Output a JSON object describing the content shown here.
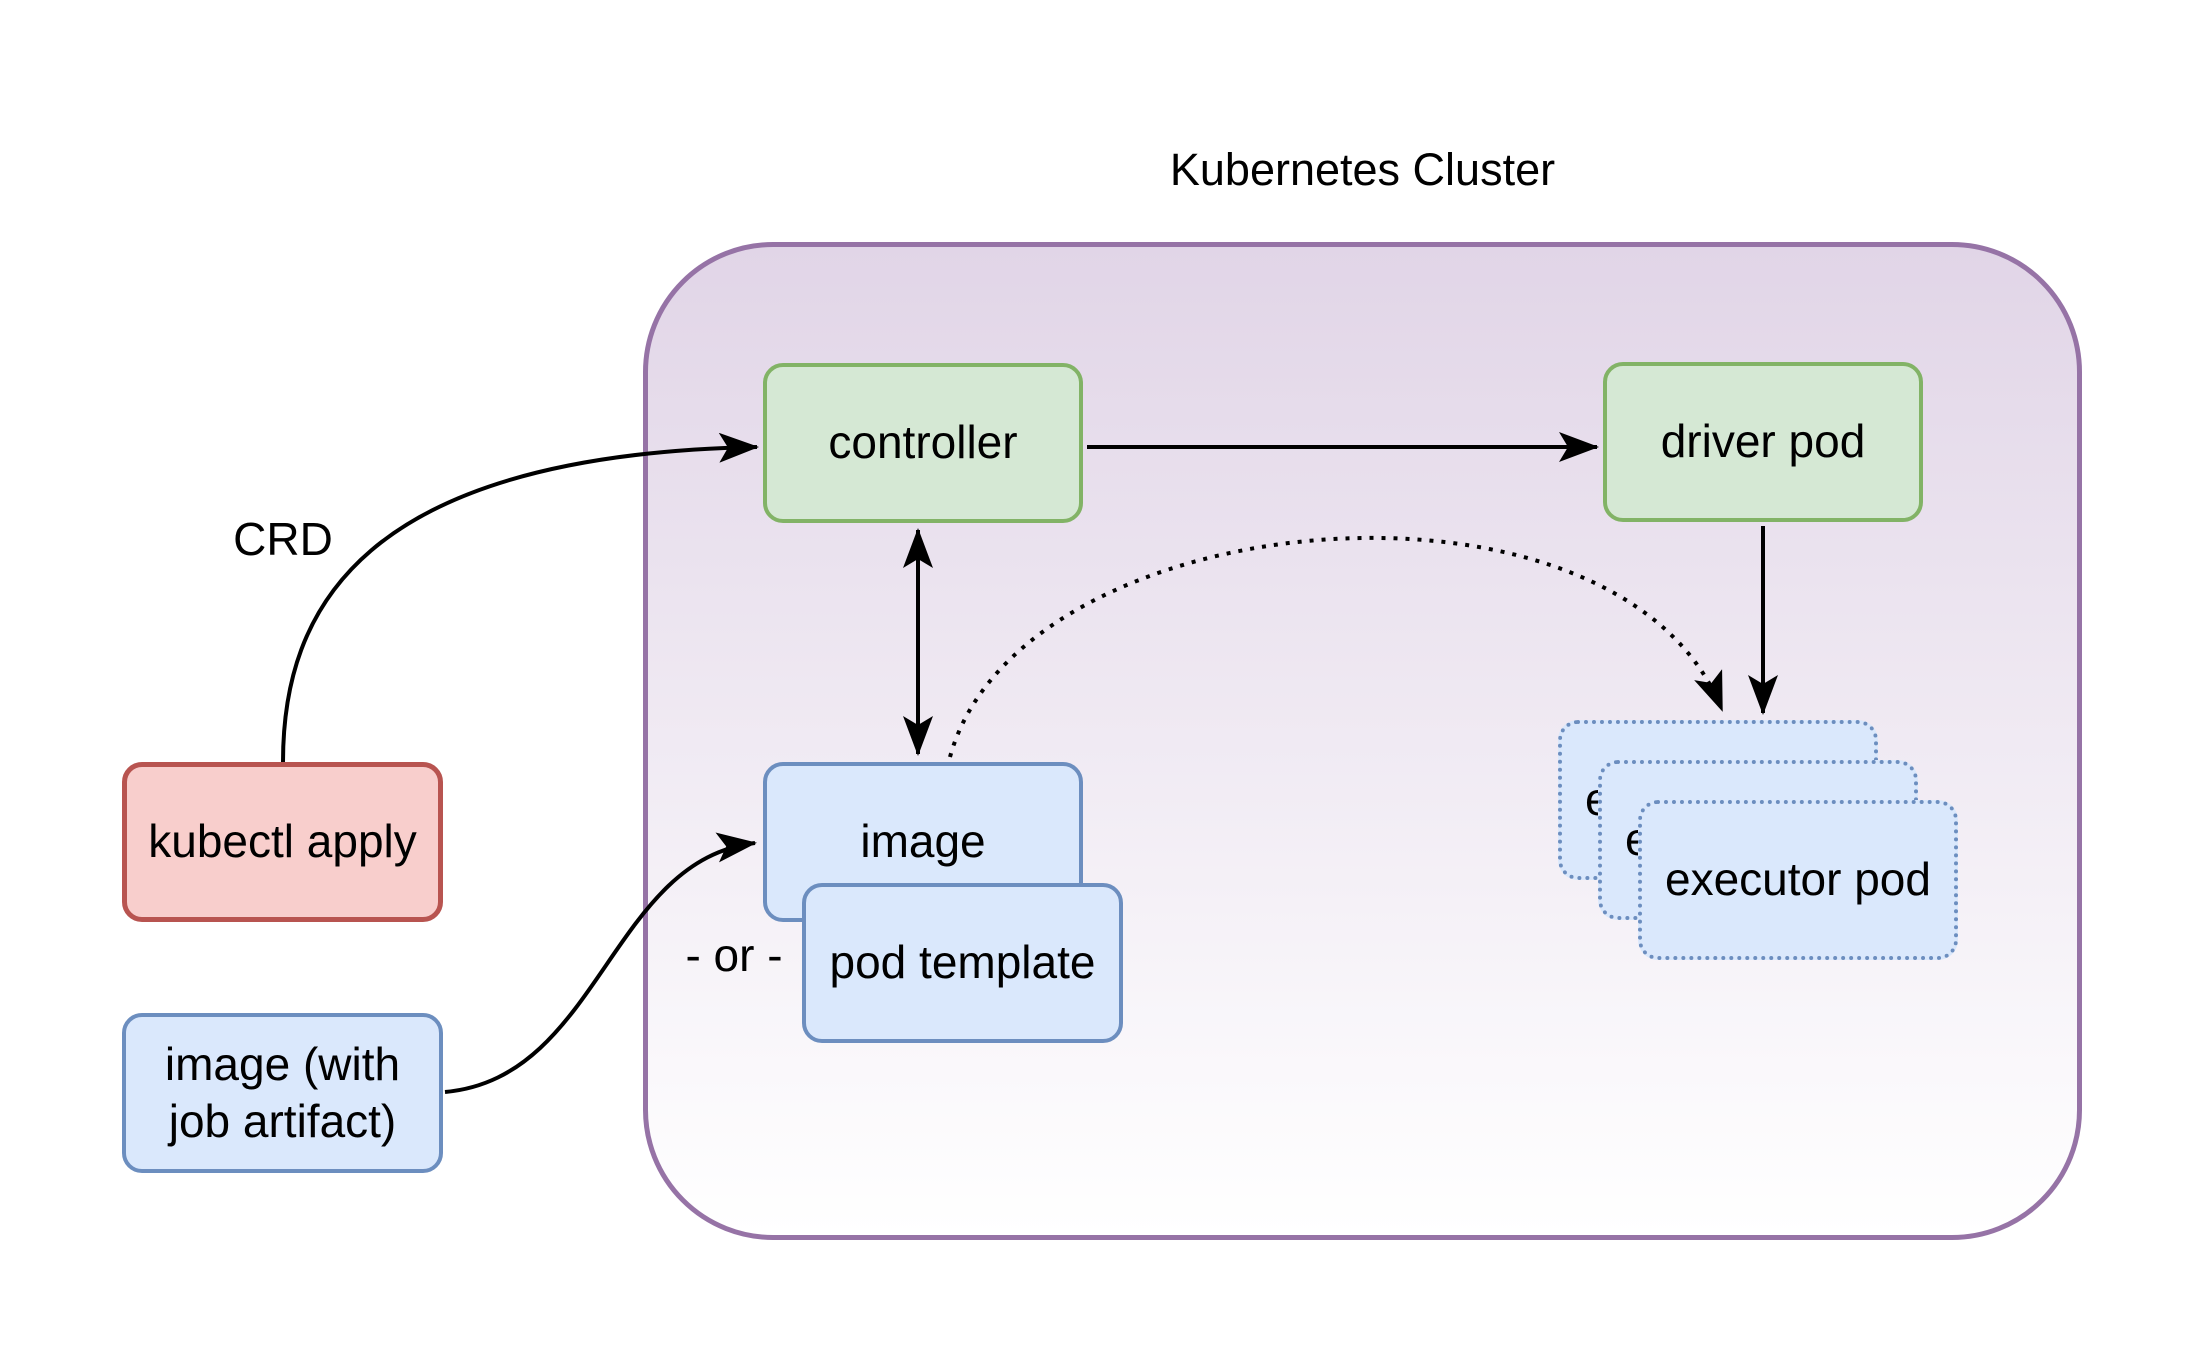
{
  "diagram": {
    "title": "Kubernetes Cluster",
    "nodes": {
      "kubectl_apply": {
        "label": "kubectl apply"
      },
      "image_with_artifact": {
        "label": "image (with\njob artifact)"
      },
      "controller": {
        "label": "controller"
      },
      "driver_pod": {
        "label": "driver pod"
      },
      "image": {
        "label": "image"
      },
      "pod_template": {
        "label": "pod template"
      },
      "executor_pod": {
        "label": "executor pod"
      }
    },
    "labels": {
      "crd": "CRD",
      "or": "- or -"
    },
    "edges": [
      {
        "name": "kubectl-apply-to-controller",
        "style": "solid",
        "label": "CRD"
      },
      {
        "name": "controller-to-driver-pod",
        "style": "solid",
        "label": ""
      },
      {
        "name": "controller-image-bidirectional",
        "style": "solid-double-arrow",
        "label": ""
      },
      {
        "name": "driver-pod-to-executor-pods",
        "style": "solid",
        "label": ""
      },
      {
        "name": "image-to-executor-pods",
        "style": "dotted",
        "label": ""
      },
      {
        "name": "image-with-artifact-to-image",
        "style": "solid",
        "label": "- or -"
      }
    ],
    "colors": {
      "cluster-border": "#9673a6",
      "cluster-fill-top": "#e1d5e7",
      "cluster-fill-bottom": "#ffffff",
      "green-fill": "#d5e8d4",
      "green-border": "#82b366",
      "blue-fill": "#dae8fc",
      "blue-border": "#6c8ebf",
      "red-fill": "#f8cecc",
      "red-border": "#b85450",
      "edge": "#000000",
      "text": "#000000"
    }
  }
}
